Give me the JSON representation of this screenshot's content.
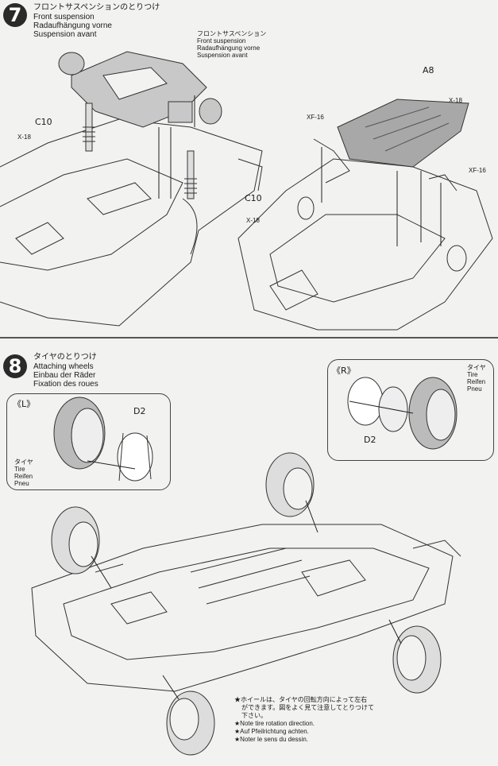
{
  "step7": {
    "number": "7",
    "title_jp": "フロントサスペンションのとりつけ",
    "title_en": "Front suspension",
    "title_de": "Radaufhängung vorne",
    "title_fr": "Suspension avant",
    "callout": {
      "jp": "フロントサスペンション",
      "en": "Front suspension",
      "de": "Radaufhängung vorne",
      "fr": "Suspension avant"
    },
    "parts": {
      "c10_left": "C10",
      "x18_left": "X-18",
      "c10_right": "C10",
      "x18_right": "X-18",
      "a8": "A8",
      "x18_a8": "X-18",
      "xf16_left": "XF-16",
      "xf16_right": "XF-16"
    }
  },
  "step8": {
    "number": "8",
    "title_jp": "タイヤのとりつけ",
    "title_en": "Attaching wheels",
    "title_de": "Einbau der Räder",
    "title_fr": "Fixation des roues",
    "inset_left": {
      "side": "《L》",
      "part": "D2",
      "tire_jp": "タイヤ",
      "tire_en": "Tire",
      "tire_de": "Reifen",
      "tire_fr": "Pneu"
    },
    "inset_right": {
      "side": "《R》",
      "part": "D2",
      "tire_jp": "タイヤ",
      "tire_en": "Tire",
      "tire_de": "Reifen",
      "tire_fr": "Pneu"
    },
    "notes": {
      "jp_line1": "★ホイールは、タイヤの回転方向によって左右",
      "jp_line2": "ができます。図をよく見て注意してとりつけて",
      "jp_line3": "下さい。",
      "en": "★Note tire rotation direction.",
      "de": "★Auf Pfeilrichtung achten.",
      "fr": "★Noter le sens du dessin."
    }
  }
}
